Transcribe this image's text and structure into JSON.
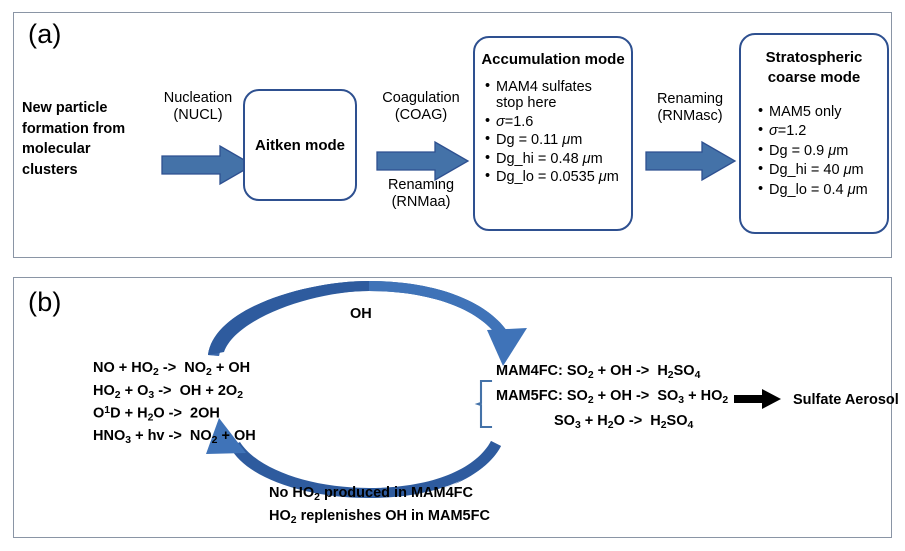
{
  "figure": {
    "panel_a_label": "(a)",
    "panel_b_label": "(b)"
  },
  "colors": {
    "arrow_fill": "#4472a8",
    "arrow_stroke": "#2e5090",
    "box_border": "#2e5090",
    "arc_blue": "#2e5b9e",
    "panel_border": "#8a95a5",
    "brace": "#4472a8",
    "black_arrow": "#000000"
  },
  "panel_a": {
    "source_text": "New particle formation from molecular clusters",
    "steps": [
      {
        "name": "nucleation",
        "line1": "Nucleation",
        "line2": "(NUCL)"
      },
      {
        "name": "coagulation",
        "line1": "Coagulation",
        "line2": "(COAG)",
        "line3": "Renaming",
        "line4": "(RNMaa)"
      },
      {
        "name": "renaming-asc",
        "line1": "Renaming",
        "line2": "(RNMasc)"
      }
    ],
    "nodes": [
      {
        "id": "aitken",
        "title": "Aitken mode",
        "bullets": []
      },
      {
        "id": "accumulation",
        "title": "Accumulation mode",
        "bullets": [
          "MAM4 sulfates stop here",
          "σ=1.6",
          "Dg = 0.11 μm",
          "Dg_hi = 0.48 μm",
          "Dg_lo = 0.0535 μm"
        ]
      },
      {
        "id": "stratospheric-coarse",
        "title_line1": "Stratospheric",
        "title_line2": "coarse mode",
        "bullets": [
          "MAM5 only",
          "σ=1.2",
          "Dg = 0.9 μm",
          "Dg_hi = 40 μm",
          "Dg_lo = 0.4 μm"
        ]
      }
    ]
  },
  "panel_b": {
    "cycle_label": "OH",
    "oh_source_reactions": [
      "NO + HO2 ->  NO2 + OH",
      "HO2 + O3 ->  OH + 2O2",
      "O1D + H2O ->  2OH",
      "HNO3 + hv ->  NO2 + OH"
    ],
    "sulfate_reactions": [
      "MAM4FC: SO2 + OH ->  H2SO4",
      "MAM5FC: SO2 + OH ->  SO3 + HO2",
      "SO3 + H2O ->  H2SO4"
    ],
    "product_label": "Sulfate Aerosol",
    "footnote_line1": "No HO2 produced in MAM4FC",
    "footnote_line2": "HO2 replenishes OH in MAM5FC"
  }
}
